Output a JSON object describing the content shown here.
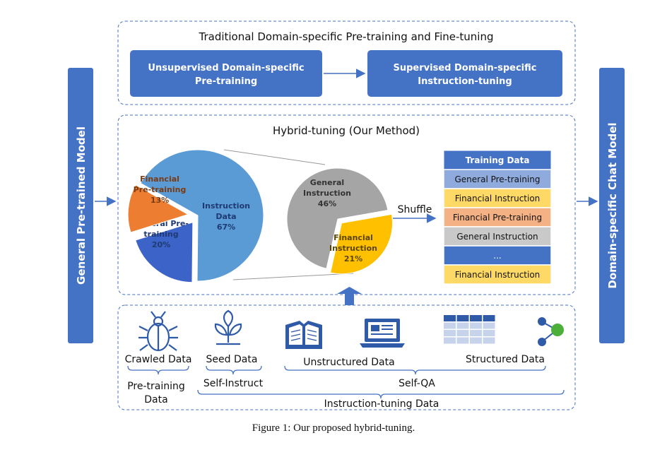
{
  "left_panel": {
    "label": "General Pre-trained Model"
  },
  "right_panel": {
    "label": "Domain-specific Chat Model"
  },
  "traditional": {
    "title": "Traditional Domain-specific Pre-training and Fine-tuning",
    "step1": [
      "Unsupervised Domain-specific",
      "Pre-training"
    ],
    "step2": [
      "Supervised Domain-specific",
      "Instruction-tuning"
    ]
  },
  "hybrid": {
    "title": "Hybrid-tuning (Our Method)",
    "pie_main": [
      {
        "label": [
          "Instruction",
          "Data",
          "67%"
        ],
        "percent": 67,
        "color": "#5b9bd5"
      },
      {
        "label": [
          "General Pre-",
          "training",
          "20%"
        ],
        "percent": 20,
        "color": "#3c64c8"
      },
      {
        "label": [
          "Financial",
          "Pre-training",
          "13%"
        ],
        "percent": 13,
        "color": "#ed7d31"
      }
    ],
    "pie_instruction": [
      {
        "label": [
          "General",
          "Instruction",
          "46%"
        ],
        "percent": 46,
        "color": "#a5a5a5"
      },
      {
        "label": [
          "Financial",
          "Instruction",
          "21%"
        ],
        "percent": 21,
        "color": "#ffc000"
      }
    ],
    "shuffle_label": "Shuffle",
    "training_table": {
      "header": "Training Data",
      "rows": [
        {
          "text": "General Pre-training",
          "color": "#8faadc"
        },
        {
          "text": "Financial Instruction",
          "color": "#ffd966"
        },
        {
          "text": "Financial Pre-training",
          "color": "#f4b183"
        },
        {
          "text": "General Instruction",
          "color": "#c9c9c9"
        },
        {
          "text": "...",
          "color": "#4472c4"
        },
        {
          "text": "Financial Instruction",
          "color": "#ffd966"
        }
      ]
    }
  },
  "sources": {
    "crawled": "Crawled Data",
    "seed": "Seed Data",
    "unstructured": "Unstructured Data",
    "structured": "Structured Data",
    "pretraining_data": [
      "Pre-training",
      "Data"
    ],
    "self_instruct": "Self-Instruct",
    "self_qa": "Self-QA",
    "instruction_tuning": "Instruction-tuning Data"
  },
  "caption": "Figure 1: Our proposed hybrid-tuning.",
  "icons": [
    "bug-icon",
    "sprout-icon",
    "book-icon",
    "laptop-icon",
    "table-icon",
    "graph-icon"
  ]
}
